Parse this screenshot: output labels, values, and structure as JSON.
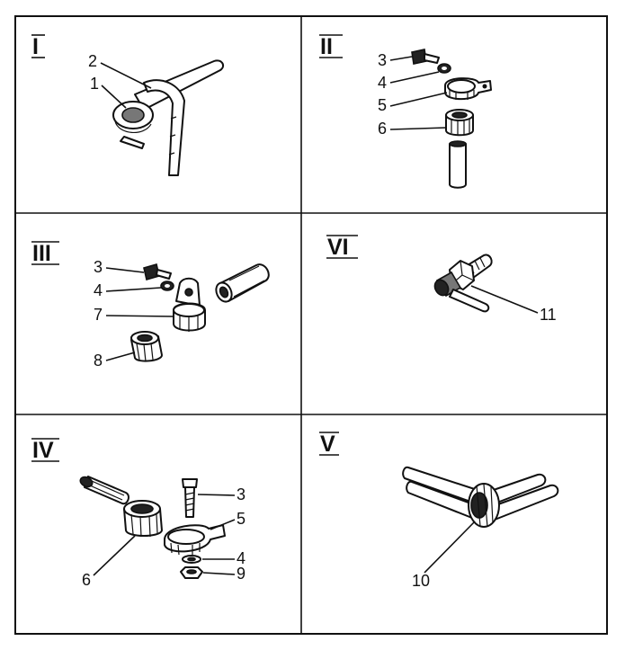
{
  "panels": [
    {
      "roman": "I",
      "callouts": [
        "2",
        "1"
      ]
    },
    {
      "roman": "II",
      "callouts": [
        "3",
        "4",
        "5",
        "6"
      ]
    },
    {
      "roman": "III",
      "callouts": [
        "3",
        "4",
        "7",
        "8"
      ]
    },
    {
      "roman": "VI",
      "callouts": [
        "11"
      ]
    },
    {
      "roman": "IV",
      "callouts": [
        "3",
        "5",
        "6",
        "4",
        "9"
      ]
    },
    {
      "roman": "V",
      "callouts": [
        "10"
      ]
    }
  ],
  "colors": {
    "ink": "#111111",
    "paper": "#ffffff"
  }
}
